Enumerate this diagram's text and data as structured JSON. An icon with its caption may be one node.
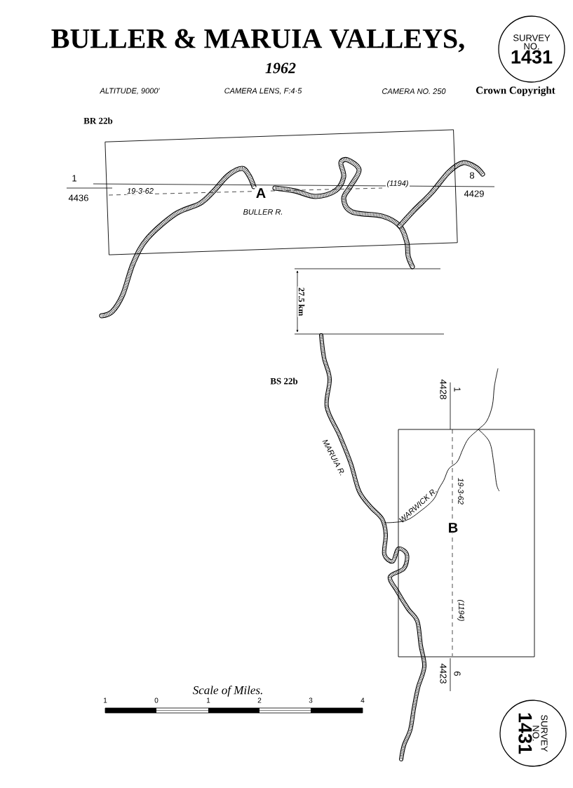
{
  "diagram": {
    "title": "BULLER & MARUIA VALLEYS,",
    "nodes": [
      {
        "text": [
          "A"
        ]
      },
      {
        "text": [
          "B"
        ]
      },
      {
        "text": [
          "SURVEY NO.",
          "1431"
        ]
      },
      {
        "text": [
          "SURVEY NO.",
          "1431"
        ]
      }
    ],
    "labels": [
      "1962",
      "ALTITUDE, 9000′",
      "CAMERA LENS, F:4·5",
      "CAMERA NO. 250",
      "Crown Copyright",
      "BR 22b",
      "1",
      "4436",
      "19-3-62",
      "BULLER R.",
      "(1194)",
      "8",
      "4429",
      "27.5 km",
      "BS 22b",
      "1",
      "4428",
      "MARUIA R.",
      "WARWICK R.",
      "19-3-62",
      "(1194)",
      "6",
      "4423",
      "Scale of Miles.",
      "1",
      "0",
      "1",
      "2",
      "3",
      "4"
    ]
  }
}
